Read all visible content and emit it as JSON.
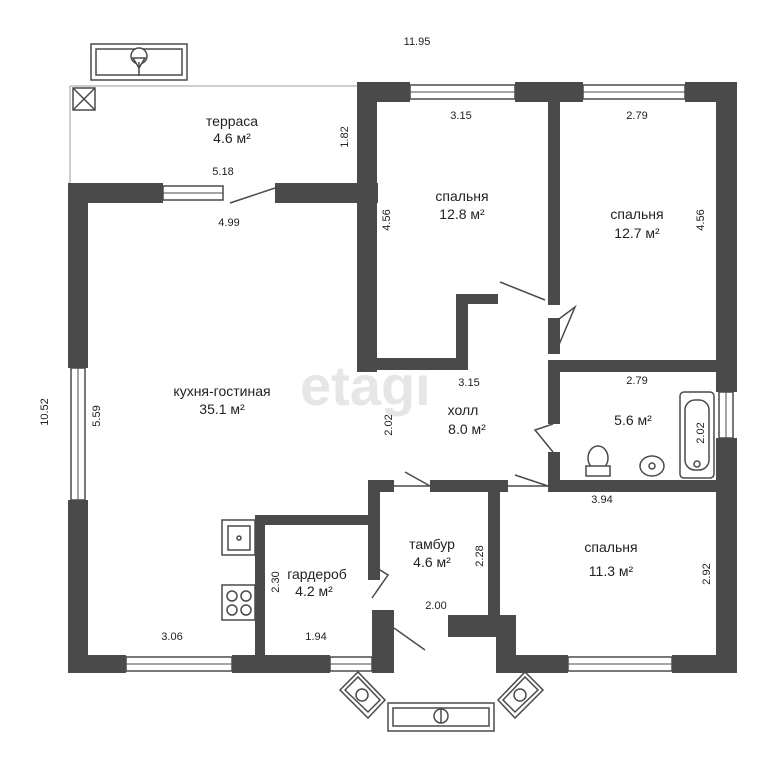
{
  "rooms": {
    "terrace": {
      "name": "терраса",
      "area": "4.6 м²"
    },
    "bedroom1": {
      "name": "спальня",
      "area": "12.8 м²"
    },
    "bedroom2": {
      "name": "спальня",
      "area": "12.7 м²"
    },
    "kitchen": {
      "name": "кухня-гостиная",
      "area": "35.1 м²"
    },
    "hall": {
      "name": "холл",
      "area": "8.0 м²"
    },
    "bathroom": {
      "name": "",
      "area": "5.6 м²"
    },
    "vestibule": {
      "name": "тамбур",
      "area": "4.6 м²"
    },
    "wardrobe": {
      "name": "гардероб",
      "area": "4.2 м²"
    },
    "bedroom3": {
      "name": "спальня",
      "area": "11.3 м²"
    }
  },
  "dimensions": {
    "overall_width": "11.95",
    "overall_height": "10.52",
    "terrace_depth": "1.82",
    "terrace_width": "5.18",
    "kitchen_top": "4.99",
    "bedroom1_width": "3.15",
    "bedroom1_depth": "4.56",
    "bedroom2_width": "2.79",
    "bedroom2_depth": "4.56",
    "kitchen_depth": "5.59",
    "hall_width": "3.15",
    "hall_depth": "2.02",
    "bathroom_width": "2.79",
    "bathroom_depth": "2.02",
    "bedroom3_width": "3.94",
    "bedroom3_depth": "2.92",
    "vestibule_depth": "2.28",
    "vestibule_width": "2.00",
    "wardrobe_depth": "2.30",
    "wardrobe_width": "1.94",
    "kitchen_bottom": "3.06"
  },
  "watermark": "etagi"
}
